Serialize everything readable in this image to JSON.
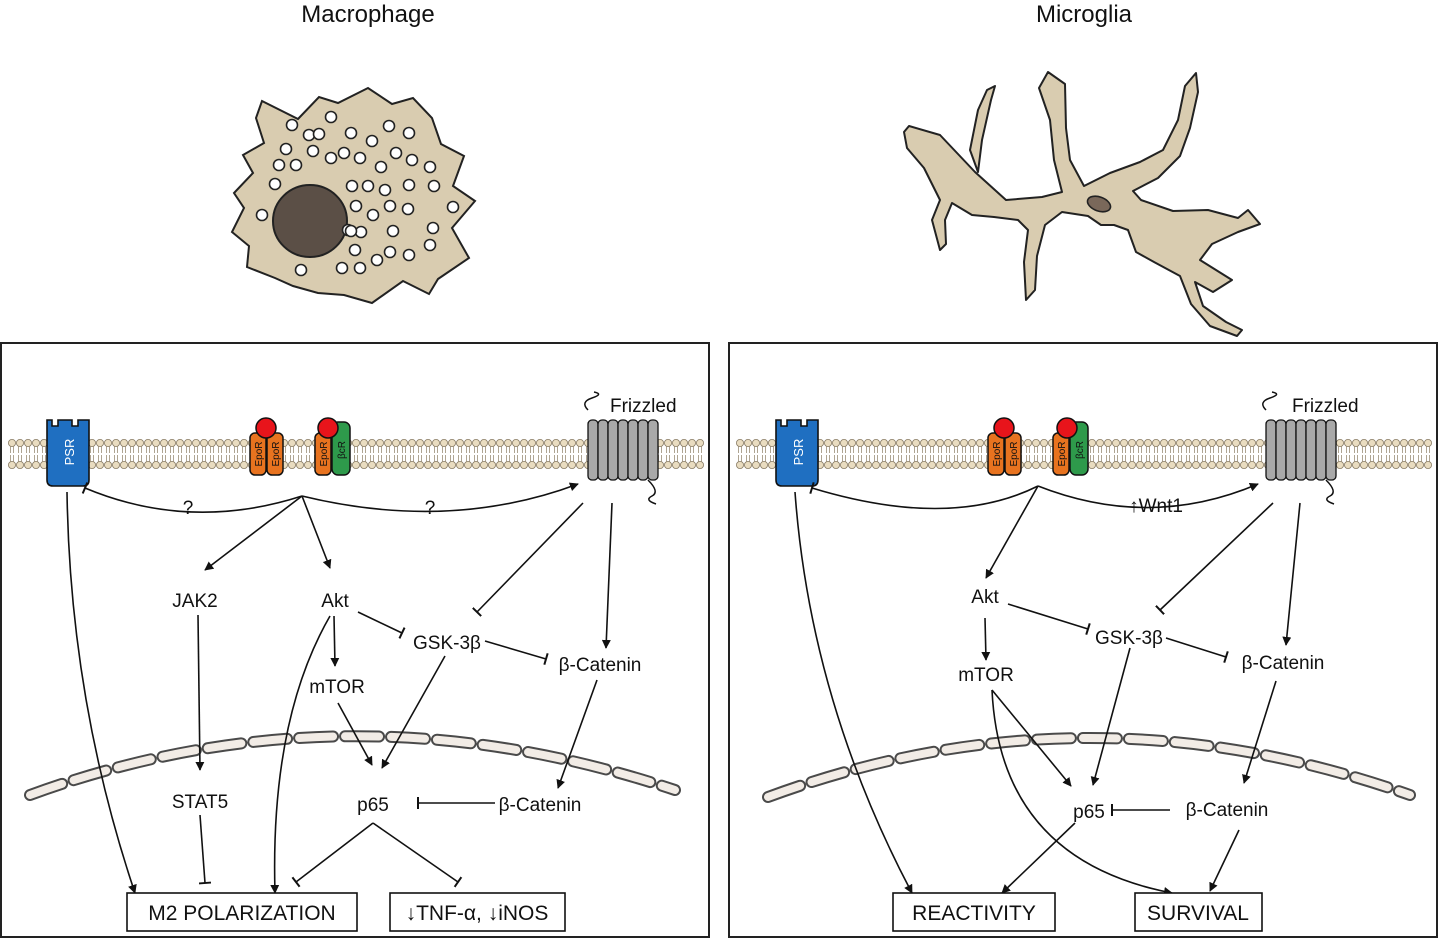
{
  "titles": {
    "left": "Macrophage",
    "right": "Microglia"
  },
  "receptors": {
    "psr": "PSR",
    "epor": "EpoR",
    "bcr": "βcR",
    "frizzled": "Frizzled"
  },
  "left_panel": {
    "q1": "?",
    "q2": "?",
    "jak2": "JAK2",
    "akt": "Akt",
    "gsk3b": "GSK-3β",
    "mtor": "mTOR",
    "bcat_cyto": "β-Catenin",
    "stat5": "STAT5",
    "p65": "p65",
    "bcat_nuc": "β-Catenin",
    "out_m2": "M2 POLARIZATION",
    "out_tnf": "↓TNF-α, ↓iNOS"
  },
  "right_panel": {
    "wnt1": "↑Wnt1",
    "akt": "Akt",
    "gsk3b": "GSK-3β",
    "mtor": "mTOR",
    "bcat_cyto": "β-Catenin",
    "p65": "p65",
    "bcat_nuc": "β-Catenin",
    "out_reactivity": "REACTIVITY",
    "out_survival": "SURVIVAL"
  },
  "colors": {
    "cell_fill": "#d9ccb0",
    "nucleus": "#5b4f46",
    "psr_blue": "#1f6fc1",
    "epor_orange": "#e8731f",
    "bcr_green": "#2e9a4b",
    "epo_red": "#e8141b",
    "frizzled_gray": "#a9a9a9",
    "membrane": "#e9dcc0"
  }
}
